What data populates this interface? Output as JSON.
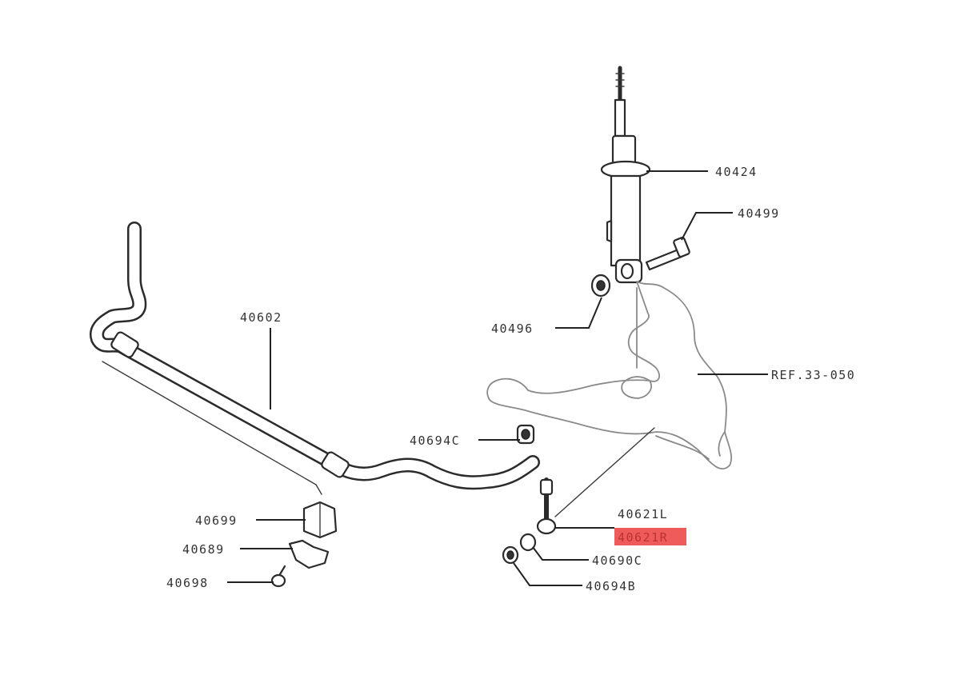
{
  "labels": {
    "strut": "40424",
    "strut_bolt": "40499",
    "nut": "40496",
    "stabilizer_bar": "40602",
    "knuckle_ref": "REF.33-050",
    "link_bushing_c": "40694C",
    "link_left": "40621L",
    "link_right": "40621R",
    "bushing": "40699",
    "bracket": "40689",
    "bolt": "40698",
    "washer": "40690C",
    "link_bushing_b": "40694B"
  },
  "highlight_color": "#ef5a5a"
}
